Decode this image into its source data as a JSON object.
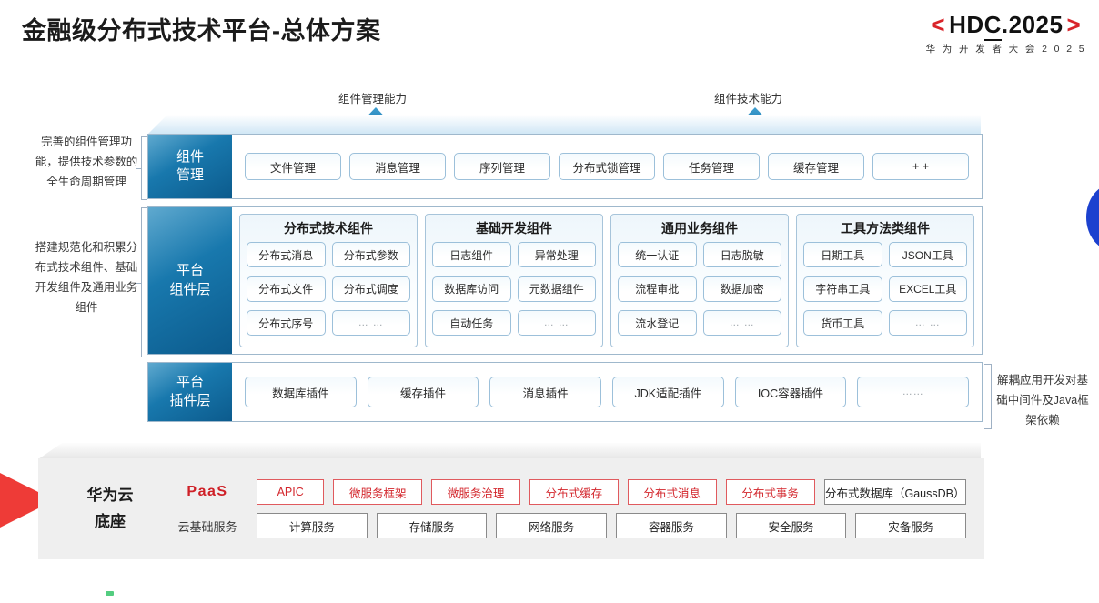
{
  "header": {
    "title": "金融级分布式技术平台-总体方案",
    "logo": {
      "bracket_left": "<",
      "text_h": "H",
      "text_d": "D",
      "text_c": "C",
      "text_rest": ".2025",
      "bracket_right": ">",
      "subtitle": "华 为 开 发 者 大 会 2 0 2 5",
      "bracket_color": "#d9242a"
    }
  },
  "callouts": {
    "left_top": "完善的组件管理功能，提供技术参数的全生命周期管理",
    "left_bottom": "搭建规范化和积累分布式技术组件、基础开发组件及通用业务组件",
    "right": "解耦应用开发对基础中间件及Java框架依赖",
    "arrow_left_label": "组件管理能力",
    "arrow_right_label": "组件技术能力"
  },
  "layers": [
    {
      "id": "component-management",
      "label": "组件\n管理",
      "label_line1": "组件",
      "label_line2": "管理",
      "items": [
        "文件管理",
        "消息管理",
        "序列管理",
        "分布式锁管理",
        "任务管理",
        "缓存管理",
        "+ +"
      ]
    },
    {
      "id": "platform-component",
      "label_line1": "平台",
      "label_line2": "组件层",
      "groups": [
        {
          "title": "分布式技术组件",
          "items": [
            "分布式消息",
            "分布式参数",
            "分布式文件",
            "分布式调度",
            "分布式序号",
            "… …"
          ]
        },
        {
          "title": "基础开发组件",
          "items": [
            "日志组件",
            "异常处理",
            "数据库访问",
            "元数据组件",
            "自动任务",
            "… …"
          ]
        },
        {
          "title": "通用业务组件",
          "items": [
            "统一认证",
            "日志脱敏",
            "流程审批",
            "数据加密",
            "流水登记",
            "… …"
          ]
        },
        {
          "title": "工具方法类组件",
          "items": [
            "日期工具",
            "JSON工具",
            "字符串工具",
            "EXCEL工具",
            "货币工具",
            "… …"
          ]
        }
      ]
    },
    {
      "id": "platform-plugin",
      "label_line1": "平台",
      "label_line2": "插件层",
      "items": [
        "数据库插件",
        "缓存插件",
        "消息插件",
        "JDK适配插件",
        "IOC容器插件",
        "……"
      ]
    }
  ],
  "base": {
    "title_line1": "华为云",
    "title_line2": "底座",
    "rows": [
      {
        "tag": "PaaS",
        "tag_color": "#cf2027",
        "items": [
          {
            "label": "APIC",
            "style": "red",
            "width": "narrow"
          },
          {
            "label": "微服务框架",
            "style": "red",
            "width": "normal"
          },
          {
            "label": "微服务治理",
            "style": "red",
            "width": "normal"
          },
          {
            "label": "分布式缓存",
            "style": "red",
            "width": "normal"
          },
          {
            "label": "分布式消息",
            "style": "red",
            "width": "normal"
          },
          {
            "label": "分布式事务",
            "style": "red",
            "width": "normal"
          },
          {
            "label": "分布式数据库（GaussDB）",
            "style": "gray",
            "width": "wide"
          }
        ]
      },
      {
        "tag": "云基础服务",
        "tag_color": "#3b3b3b",
        "items": [
          {
            "label": "计算服务",
            "style": "gray",
            "width": "normal"
          },
          {
            "label": "存储服务",
            "style": "gray",
            "width": "normal"
          },
          {
            "label": "网络服务",
            "style": "gray",
            "width": "normal"
          },
          {
            "label": "容器服务",
            "style": "gray",
            "width": "normal"
          },
          {
            "label": "安全服务",
            "style": "gray",
            "width": "normal"
          },
          {
            "label": "灾备服务",
            "style": "gray",
            "width": "normal"
          }
        ]
      }
    ]
  },
  "colors": {
    "accent_blue": "#1878ad",
    "accent_red": "#d9242a",
    "deco_blue": "#1c41cf",
    "base_gray": "#efefef"
  }
}
